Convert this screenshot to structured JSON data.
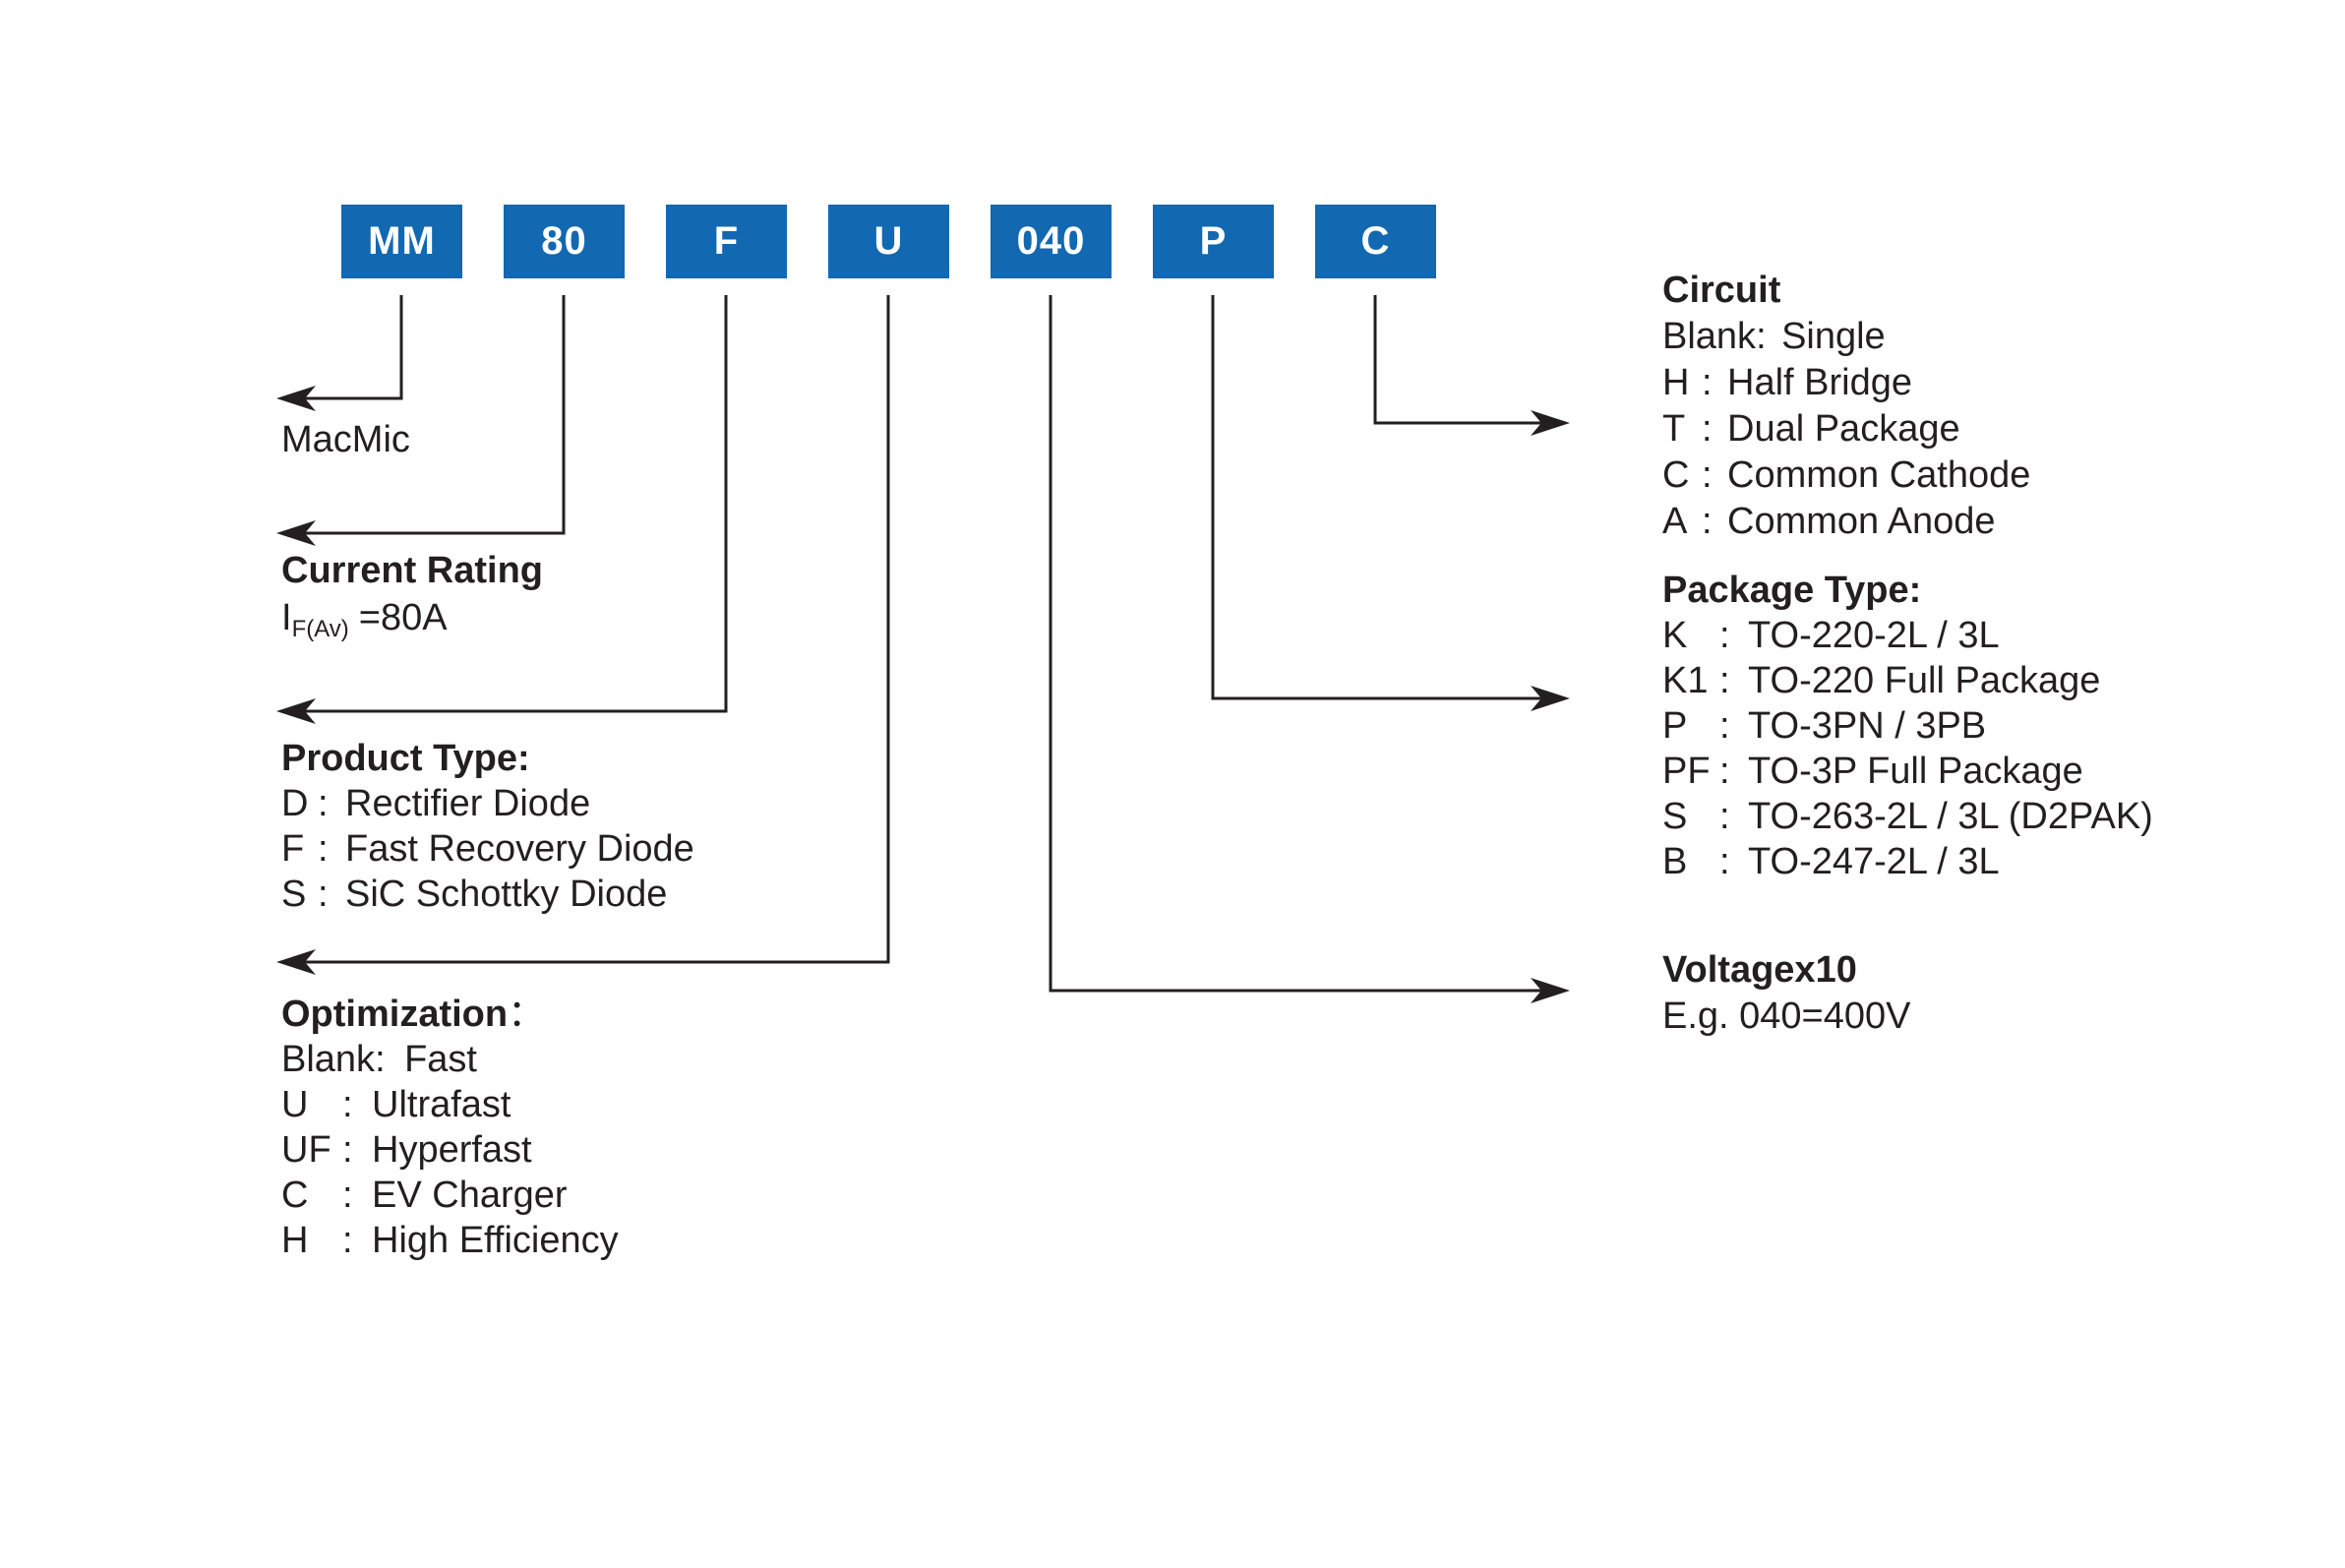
{
  "part_number": {
    "segments": [
      "MM",
      "80",
      "F",
      "U",
      "040",
      "P",
      "C"
    ]
  },
  "ui": {
    "colon": ":"
  },
  "sections": {
    "brand": {
      "label": "MacMic"
    },
    "current_rating": {
      "title": "Current Rating",
      "value_prefix": "I",
      "value_sub": "F(Av)",
      "value_suffix": "=80A"
    },
    "product_type": {
      "title": "Product Type:",
      "items": [
        {
          "key": "D",
          "desc": "Rectifier Diode"
        },
        {
          "key": "F",
          "desc": "Fast Recovery Diode"
        },
        {
          "key": "S",
          "desc": "SiC Schottky Diode"
        }
      ]
    },
    "optimization": {
      "title": "Optimization",
      "title_colon": "：",
      "items": [
        {
          "key": "Blank",
          "desc": "Fast"
        },
        {
          "key": "U",
          "desc": "Ultrafast"
        },
        {
          "key": "UF",
          "desc": "Hyperfast"
        },
        {
          "key": "C",
          "desc": "EV Charger"
        },
        {
          "key": "H",
          "desc": "High Efficiency"
        }
      ]
    },
    "circuit": {
      "title": "Circuit",
      "items": [
        {
          "key": "Blank",
          "desc": "Single"
        },
        {
          "key": "H",
          "desc": "Half Bridge"
        },
        {
          "key": "T",
          "desc": "Dual Package"
        },
        {
          "key": "C",
          "desc": "Common Cathode"
        },
        {
          "key": "A",
          "desc": "Common Anode"
        }
      ]
    },
    "package_type": {
      "title": "Package Type:",
      "items": [
        {
          "key": "K",
          "desc": "TO-220-2L / 3L"
        },
        {
          "key": "K1",
          "desc": "TO-220 Full Package"
        },
        {
          "key": "P",
          "desc": "TO-3PN / 3PB"
        },
        {
          "key": "PF",
          "desc": "TO-3P Full Package"
        },
        {
          "key": "S",
          "desc": "TO-263-2L / 3L (D2PAK)"
        },
        {
          "key": "B",
          "desc": "TO-247-2L / 3L"
        }
      ]
    },
    "voltage": {
      "title": "Voltagex10",
      "example": "E.g. 040=400V"
    }
  },
  "colors": {
    "box_blue": "#1268b1",
    "line_black": "#231f20",
    "text_black": "#231f20"
  }
}
